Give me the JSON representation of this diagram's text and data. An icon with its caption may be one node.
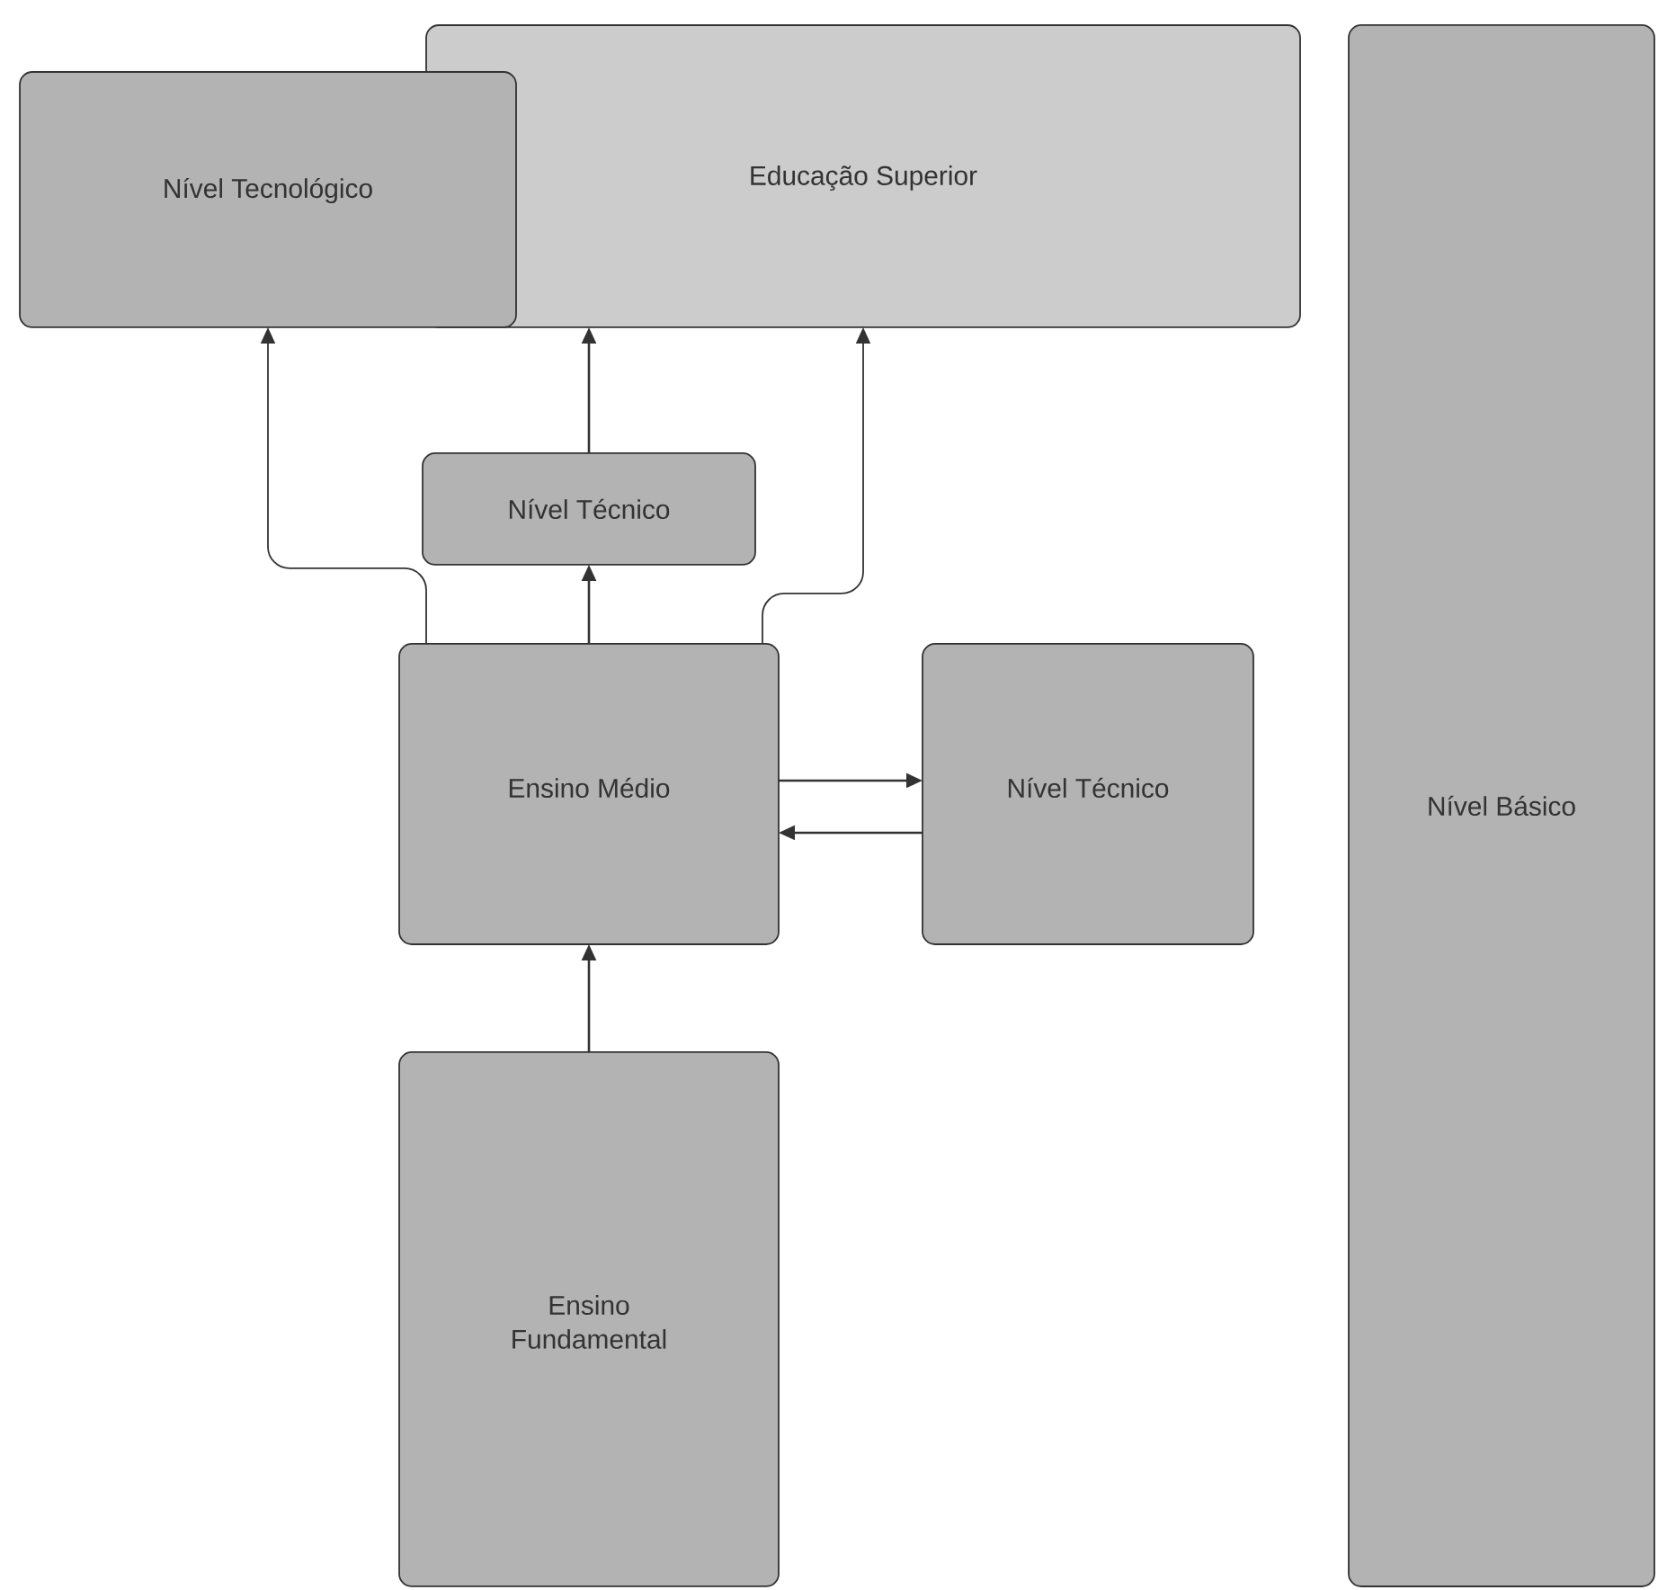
{
  "diagram": {
    "nodes": [
      {
        "text": [
          "Educação Superior"
        ]
      },
      {
        "text": [
          "Nível Tecnológico"
        ]
      },
      {
        "text": [
          "Nível Técnico"
        ]
      },
      {
        "text": [
          "Ensino Médio"
        ]
      },
      {
        "text": [
          "Nível Técnico"
        ]
      },
      {
        "text": [
          "Ensino Fundamental"
        ]
      },
      {
        "text": [
          "Nível Básico"
        ]
      }
    ],
    "edges": [
      {
        "from": 5,
        "to": 3,
        "arrow": "to"
      },
      {
        "from": 3,
        "to": 2,
        "arrow": "to"
      },
      {
        "from": 2,
        "to": 0,
        "arrow": "to"
      },
      {
        "from": 3,
        "to": 1,
        "arrow": "to"
      },
      {
        "from": 3,
        "to": 0,
        "arrow": "to"
      },
      {
        "from": 3,
        "to": 4,
        "arrow": "to"
      },
      {
        "from": 4,
        "to": 3,
        "arrow": "to"
      }
    ]
  }
}
